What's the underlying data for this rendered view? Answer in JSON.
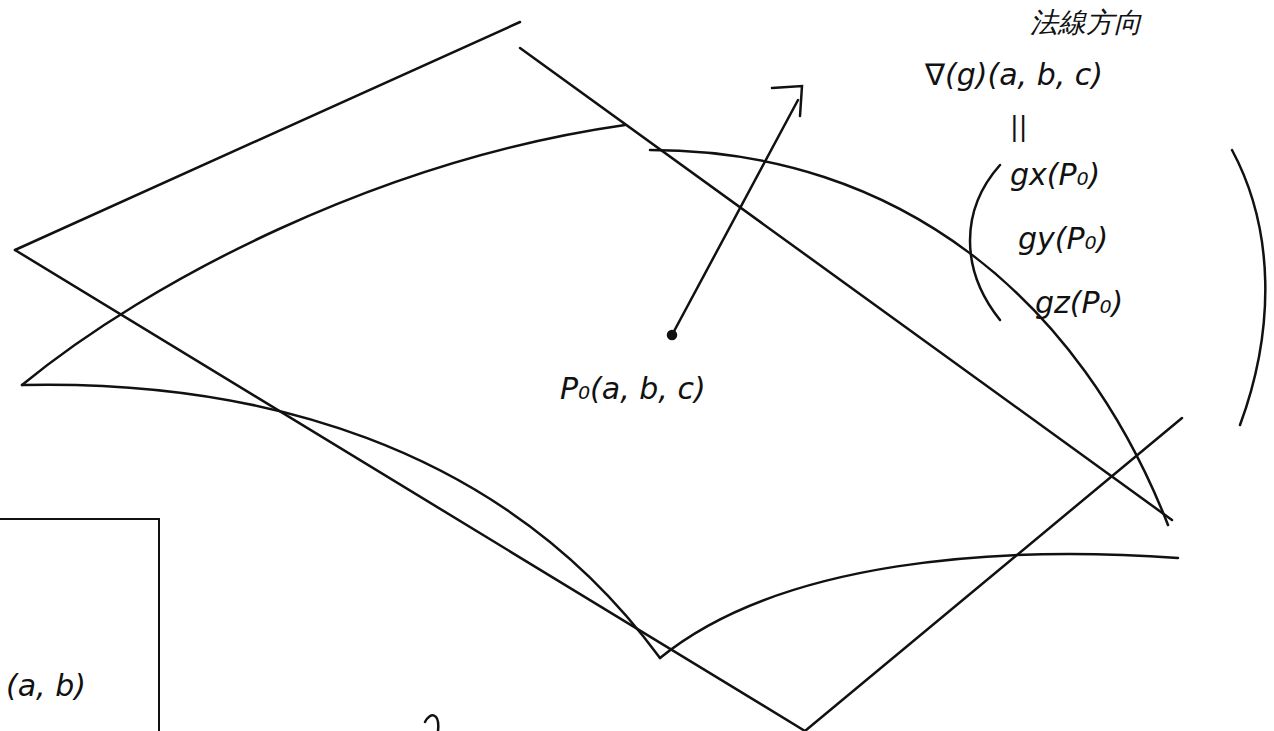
{
  "diagram": {
    "nodes": [
      {
        "text": [
          "(a, b)"
        ]
      }
    ],
    "labels": [
      "法線方向",
      "∇(g)(a, b, c)",
      "||",
      "gx(P₀)",
      "gy(P₀)",
      "gz(P₀)",
      "P₀(a, b, c)"
    ]
  }
}
